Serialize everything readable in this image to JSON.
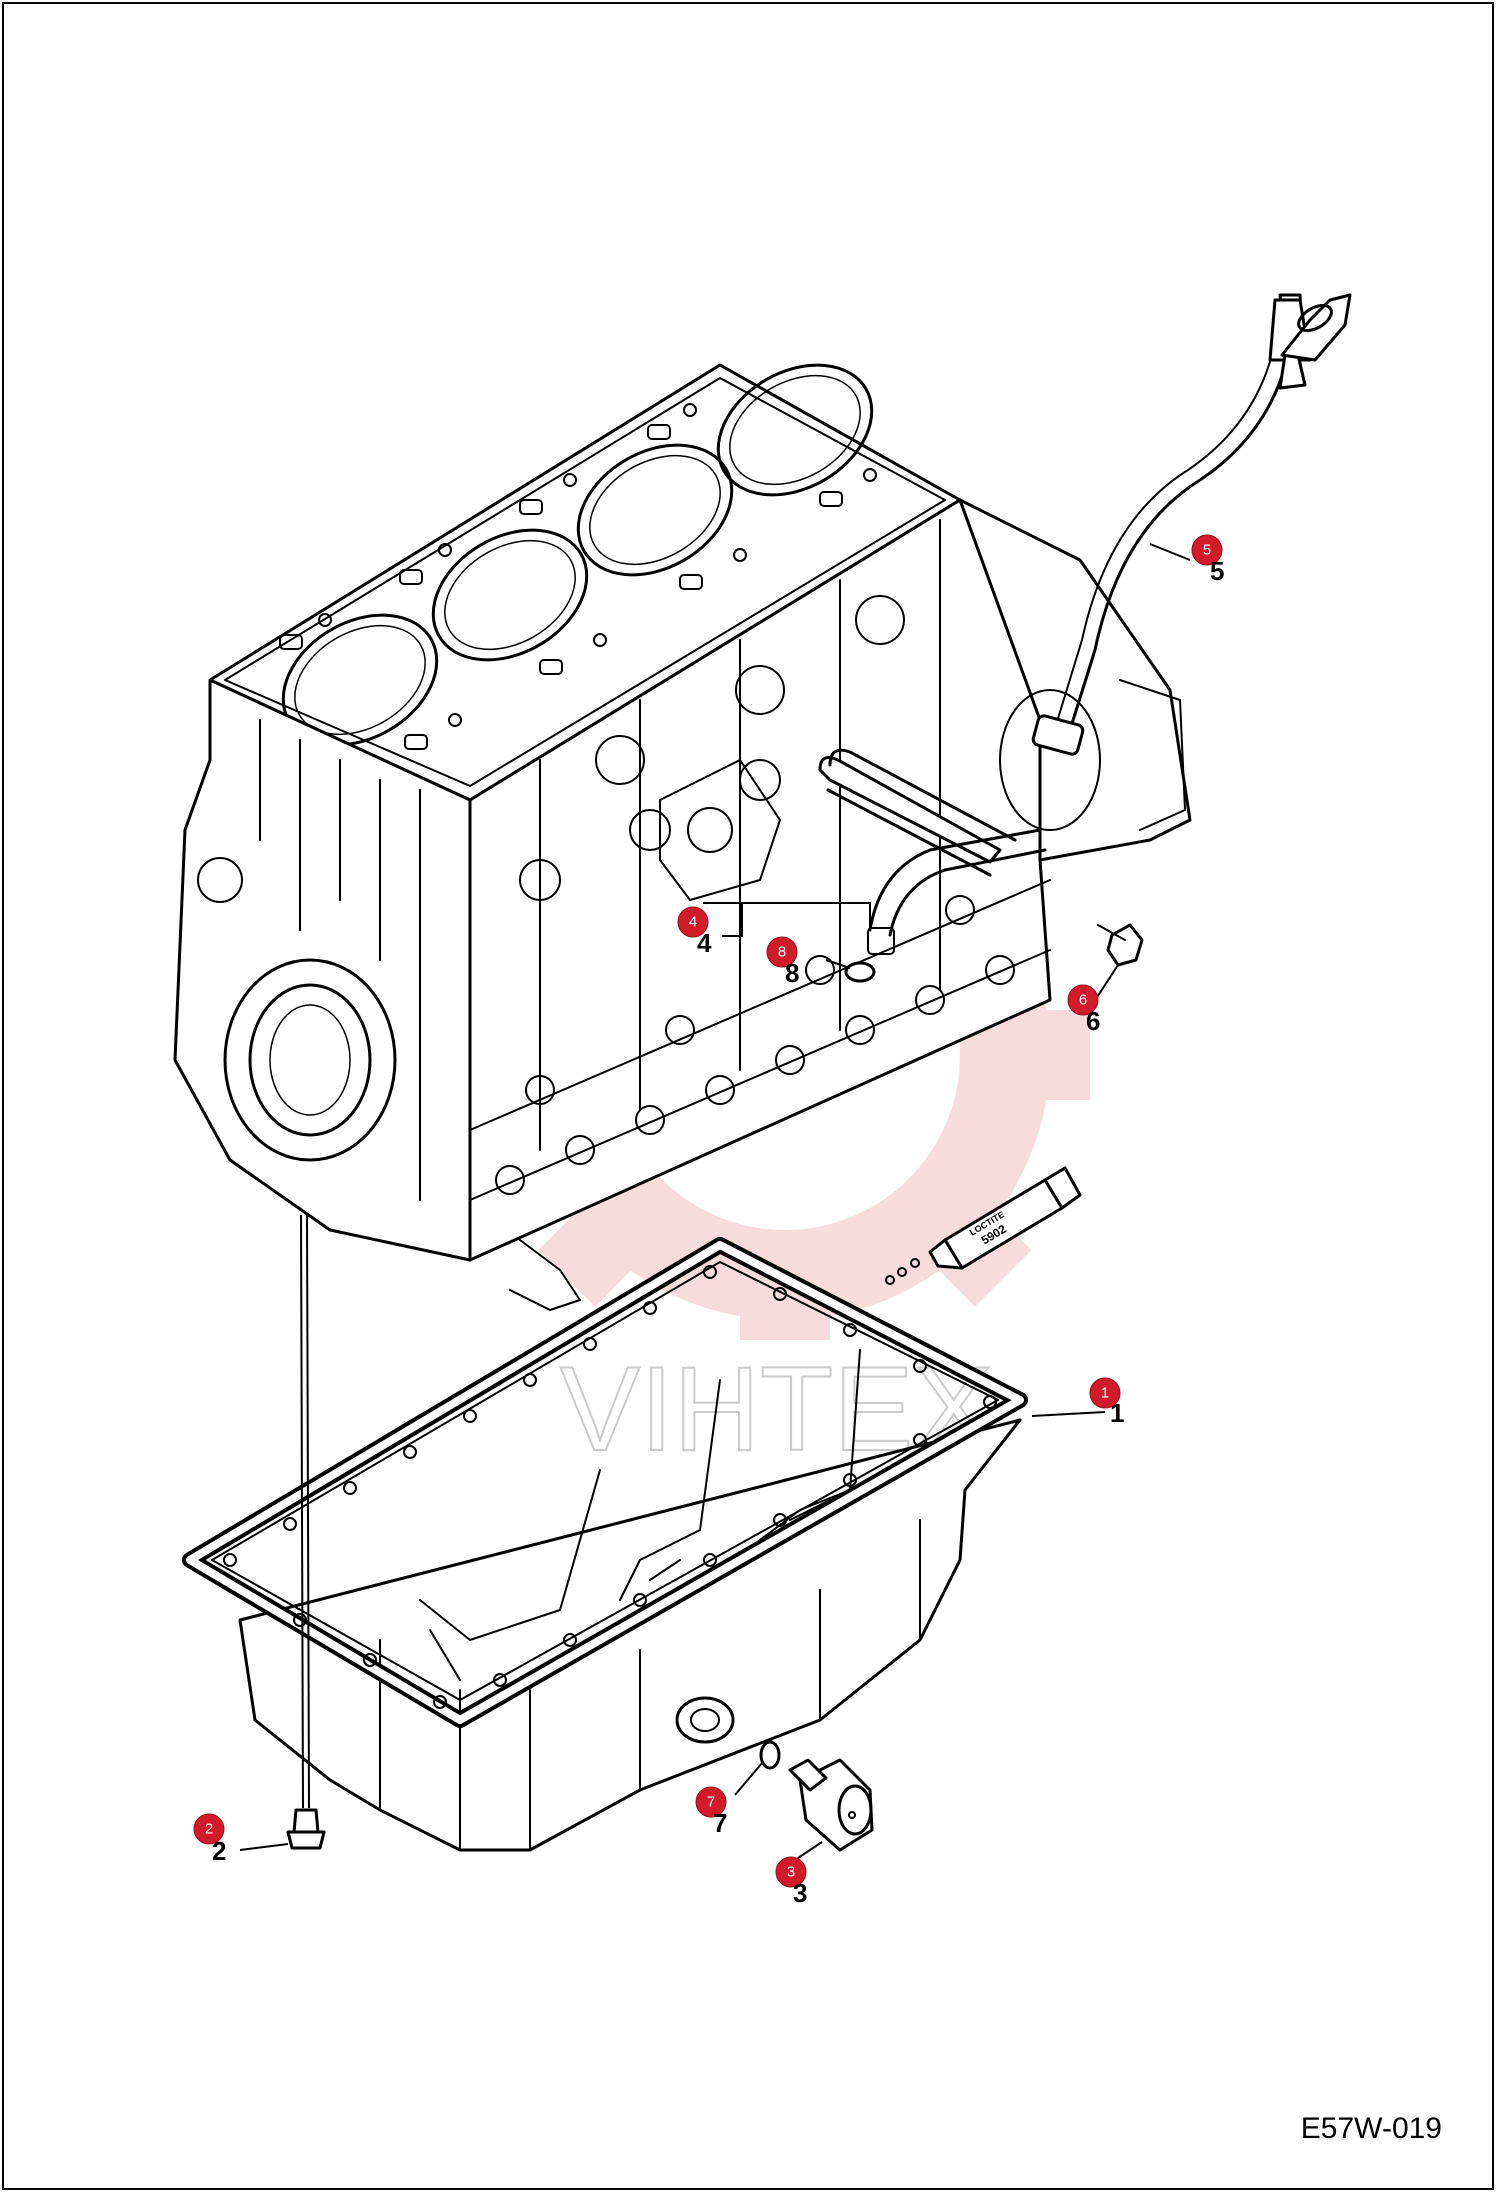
{
  "figure_code": "E57W-019",
  "watermark": "VIHTEX",
  "tube_label_line1": "LOCTITE",
  "tube_label_line2": "5902",
  "callouts": [
    {
      "badge": "1",
      "number": "1"
    },
    {
      "badge": "2",
      "number": "2"
    },
    {
      "badge": "3",
      "number": "3"
    },
    {
      "badge": "4",
      "number": "4"
    },
    {
      "badge": "5",
      "number": "5"
    },
    {
      "badge": "6",
      "number": "6"
    },
    {
      "badge": "7",
      "number": "7"
    },
    {
      "badge": "8",
      "number": "8"
    }
  ],
  "colors": {
    "badge": "#d11a2a",
    "watermark": "#f2b8bc",
    "line": "#000000"
  }
}
